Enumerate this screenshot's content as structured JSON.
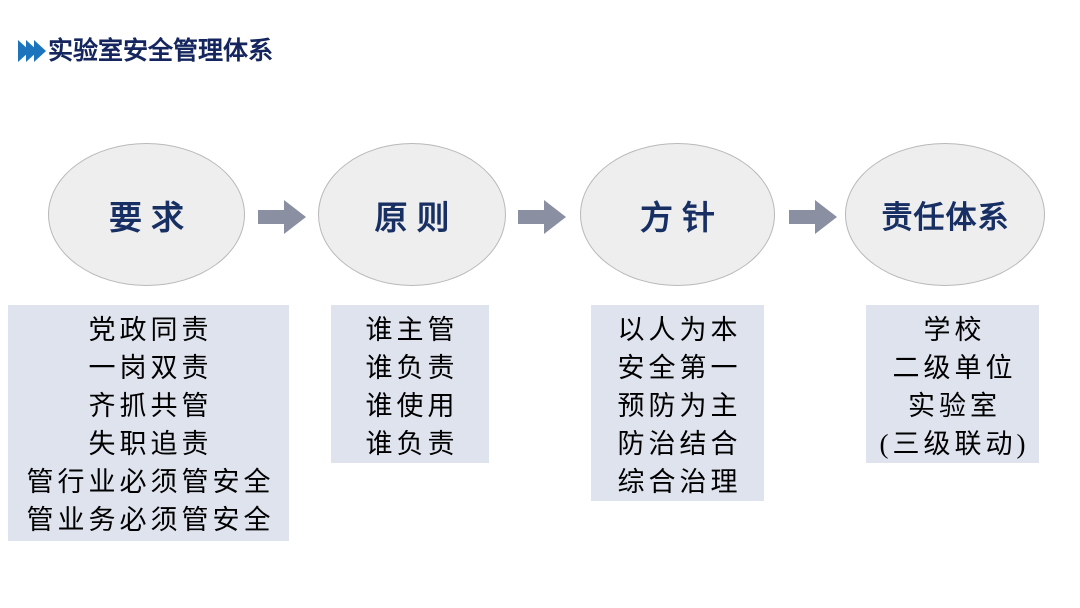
{
  "slide": {
    "background": "#ffffff",
    "title": "实验室安全管理体系",
    "title_color": "#15255e",
    "chevron_color": "#1c75bc",
    "chevron_count": 3
  },
  "theme": {
    "ellipse_fill": "#eeeeee",
    "ellipse_border": "#b9b9b9",
    "ellipse_text_color": "#172f63",
    "arrow_color": "#8a90a2",
    "box_fill": "#dee3ee",
    "box_text_color": "#000000"
  },
  "flow": {
    "nodes": [
      {
        "id": "node-requirement",
        "label": "要求",
        "wide": false
      },
      {
        "id": "node-principle",
        "label": "原则",
        "wide": false
      },
      {
        "id": "node-policy",
        "label": "方针",
        "wide": false
      },
      {
        "id": "node-responsibility",
        "label": "责任体系",
        "wide": true
      }
    ],
    "arrows": [
      {
        "id": "arrow-1",
        "direction": "right"
      },
      {
        "id": "arrow-2",
        "direction": "right"
      },
      {
        "id": "arrow-3",
        "direction": "right"
      }
    ]
  },
  "detail_boxes": [
    {
      "id": "detail-requirement",
      "lines": [
        "党政同责",
        "一岗双责",
        "齐抓共管",
        "失职追责",
        "管行业必须管安全",
        "管业务必须管安全"
      ]
    },
    {
      "id": "detail-principle",
      "lines": [
        "谁主管",
        "谁负责",
        "谁使用",
        "谁负责"
      ]
    },
    {
      "id": "detail-policy",
      "lines": [
        "以人为本",
        "安全第一",
        "预防为主",
        "防治结合",
        "综合治理"
      ]
    },
    {
      "id": "detail-responsibility",
      "lines": [
        "学校",
        "二级单位",
        "实验室",
        "(三级联动)"
      ]
    }
  ]
}
